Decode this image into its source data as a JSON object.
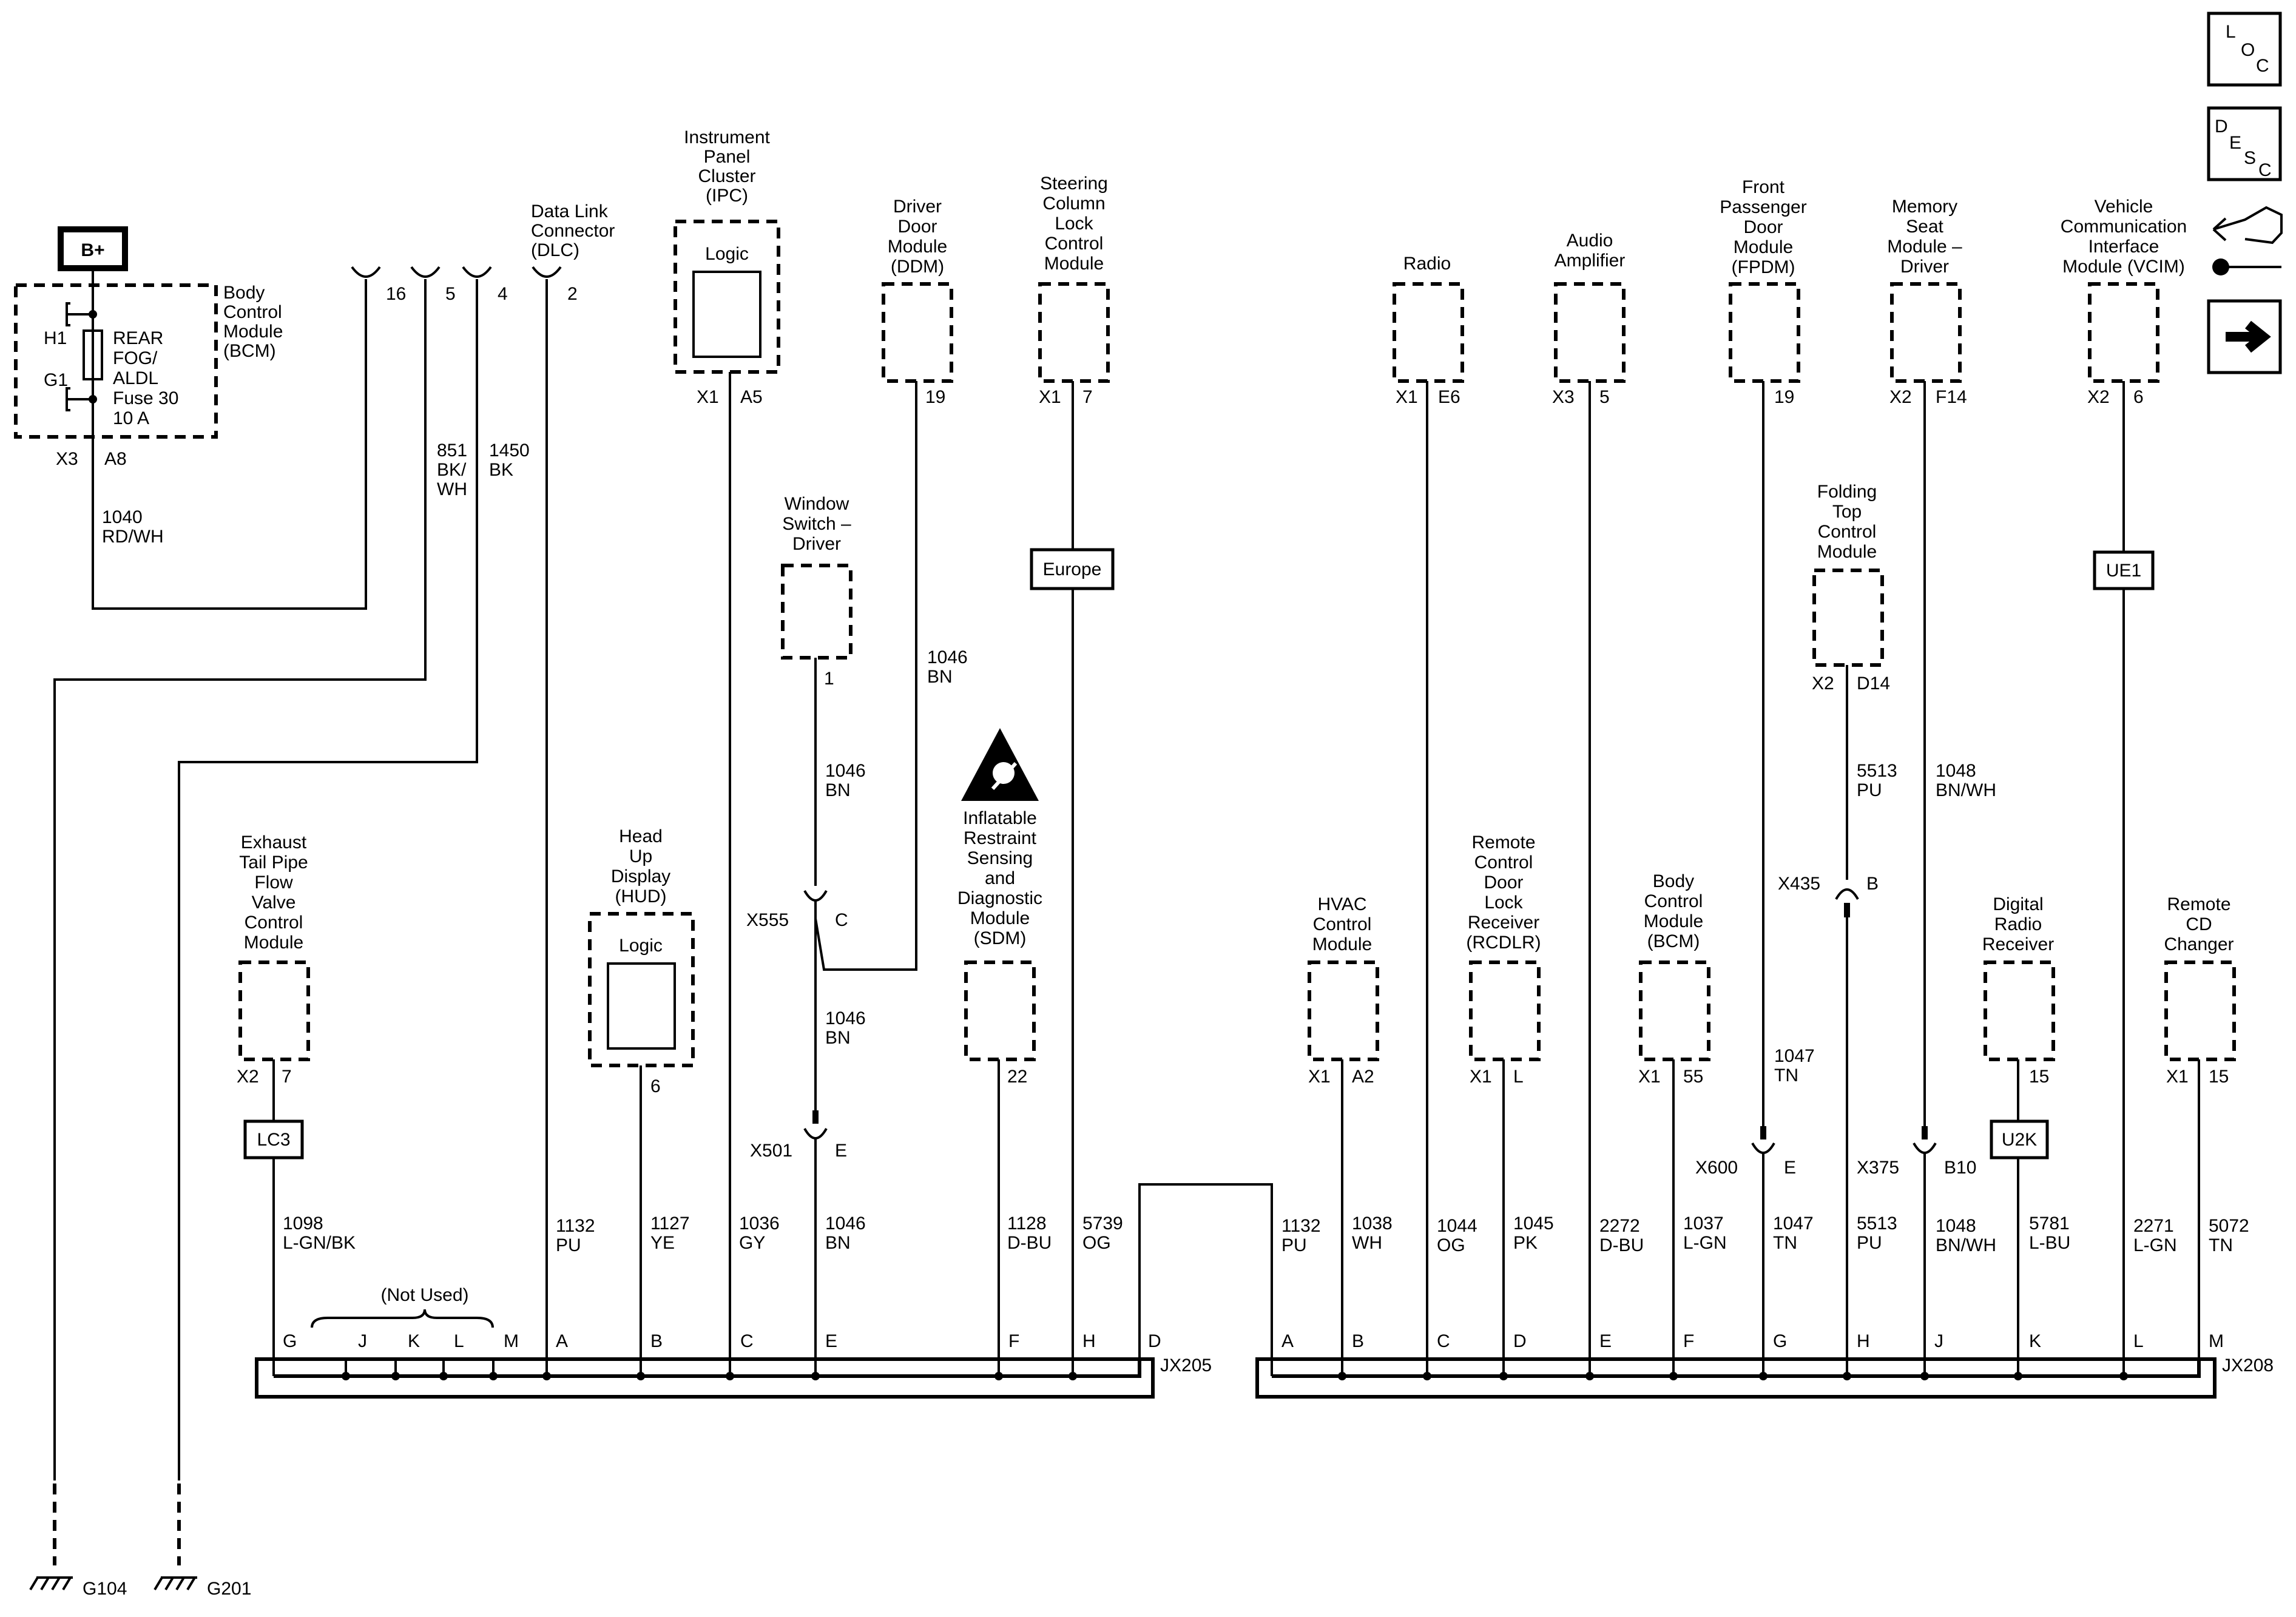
{
  "power": {
    "label": "B+"
  },
  "nav_icons": {
    "loc": [
      "L",
      "O",
      "C"
    ],
    "desc": [
      "D",
      "E",
      "S",
      "C"
    ],
    "icons": [
      "communication-icon",
      "wrench-icon",
      "arrow-right-icon"
    ]
  },
  "bcm_top": {
    "name": [
      "Body",
      "Control",
      "Module",
      "(BCM)"
    ],
    "fuse": [
      "REAR",
      "FOG/",
      "ALDL",
      "Fuse 30",
      "10 A"
    ],
    "h1": "H1",
    "g1": "G1",
    "conn": "X3",
    "pin": "A8",
    "wire": [
      "1040",
      "RD/WH"
    ]
  },
  "dlc": {
    "name": [
      "Data Link",
      "Connector",
      "(DLC)"
    ],
    "pins": [
      "16",
      "5",
      "4",
      "2"
    ],
    "wire5": [
      "851",
      "BK/",
      "WH"
    ],
    "wire4": [
      "1450",
      "BK"
    ]
  },
  "grounds": [
    "G104",
    "G201"
  ],
  "ipc": {
    "name": [
      "Instrument",
      "Panel",
      "Cluster",
      "(IPC)"
    ],
    "logic": "Logic",
    "conn": "X1",
    "pin": "A5"
  },
  "ddm": {
    "name": [
      "Driver",
      "Door",
      "Module",
      "(DDM)"
    ],
    "pin": "19",
    "wire": [
      "1046",
      "BN"
    ]
  },
  "sclcm": {
    "name": [
      "Steering",
      "Column",
      "Lock",
      "Control",
      "Module"
    ],
    "conn": "X1",
    "pin": "7",
    "option": "Europe"
  },
  "window_switch": {
    "name": [
      "Window",
      "Switch –",
      "Driver"
    ],
    "pin": "1",
    "wire": [
      "1046",
      "BN"
    ]
  },
  "x555": {
    "name": "X555",
    "pin": "C",
    "wire": [
      "1046",
      "BN"
    ]
  },
  "x501": {
    "name": "X501",
    "pin": "E"
  },
  "sdm": {
    "name": [
      "Inflatable",
      "Restraint",
      "Sensing",
      "and",
      "Diagnostic",
      "Module",
      "(SDM)"
    ],
    "pin": "22"
  },
  "exhaust": {
    "name": [
      "Exhaust",
      "Tail Pipe",
      "Flow",
      "Valve",
      "Control",
      "Module"
    ],
    "conn": "X2",
    "pin": "7",
    "option": "LC3"
  },
  "hud": {
    "name": [
      "Head",
      "Up",
      "Display",
      "(HUD)"
    ],
    "logic": "Logic",
    "pin": "6"
  },
  "not_used": "(Not Used)",
  "jx205": {
    "name": "JX205",
    "pins": [
      "G",
      "J",
      "K",
      "L",
      "M",
      "A",
      "B",
      "C",
      "E",
      "F",
      "H",
      "D"
    ],
    "wires": [
      [
        "1098",
        "L-GN/BK"
      ],
      [
        "1132",
        "PU"
      ],
      [
        "1127",
        "YE"
      ],
      [
        "1036",
        "GY"
      ],
      [
        "1046",
        "BN"
      ],
      [
        "1128",
        "D-BU"
      ],
      [
        "5739",
        "OG"
      ]
    ]
  },
  "radio": {
    "name": [
      "Radio"
    ],
    "conn": "X1",
    "pin": "E6"
  },
  "audio": {
    "name": [
      "Audio",
      "Amplifier"
    ],
    "conn": "X3",
    "pin": "5"
  },
  "fpdm": {
    "name": [
      "Front",
      "Passenger",
      "Door",
      "Module",
      "(FPDM)"
    ],
    "pin": "19"
  },
  "memory_seat": {
    "name": [
      "Memory",
      "Seat",
      "Module –",
      "Driver"
    ],
    "conn": "X2",
    "pin": "F14"
  },
  "vcim": {
    "name": [
      "Vehicle",
      "Communication",
      "Interface",
      "Module (VCIM)"
    ],
    "conn": "X2",
    "pin": "6",
    "option": "UE1"
  },
  "folding_top": {
    "name": [
      "Folding",
      "Top",
      "Control",
      "Module"
    ],
    "conn": "X2",
    "pin": "D14",
    "wire": [
      "5513",
      "PU"
    ]
  },
  "memory_wire": [
    "1048",
    "BN/WH"
  ],
  "x435": {
    "name": "X435",
    "pin": "B"
  },
  "hvac": {
    "name": [
      "HVAC",
      "Control",
      "Module"
    ],
    "conn": "X1",
    "pin": "A2"
  },
  "rcdlr": {
    "name": [
      "Remote",
      "Control",
      "Door",
      "Lock",
      "Receiver",
      "(RCDLR)"
    ],
    "conn": "X1",
    "pin": "L"
  },
  "bcm_bottom": {
    "name": [
      "Body",
      "Control",
      "Module",
      "(BCM)"
    ],
    "conn": "X1",
    "pin": "55"
  },
  "fpdm_wire": [
    "1047",
    "TN"
  ],
  "x600": {
    "name": "X600",
    "pin": "E"
  },
  "x375": {
    "name": "X375",
    "pin": "B10"
  },
  "digital_radio": {
    "name": [
      "Digital",
      "Radio",
      "Receiver"
    ],
    "pin": "15",
    "option": "U2K"
  },
  "cd_changer": {
    "name": [
      "Remote",
      "CD",
      "Changer"
    ],
    "conn": "X1",
    "pin": "15"
  },
  "jx208": {
    "name": "JX208",
    "pins": [
      "A",
      "B",
      "C",
      "D",
      "E",
      "F",
      "G",
      "H",
      "J",
      "K",
      "L",
      "M"
    ],
    "wires": [
      [
        "1132",
        "PU"
      ],
      [
        "1038",
        "WH"
      ],
      [
        "1044",
        "OG"
      ],
      [
        "1045",
        "PK"
      ],
      [
        "2272",
        "D-BU"
      ],
      [
        "1037",
        "L-GN"
      ],
      [
        "1047",
        "TN"
      ],
      [
        "5513",
        "PU"
      ],
      [
        "1048",
        "BN/WH"
      ],
      [
        "5781",
        "L-BU"
      ],
      [
        "2271",
        "L-GN"
      ],
      [
        "5072",
        "TN"
      ]
    ]
  }
}
